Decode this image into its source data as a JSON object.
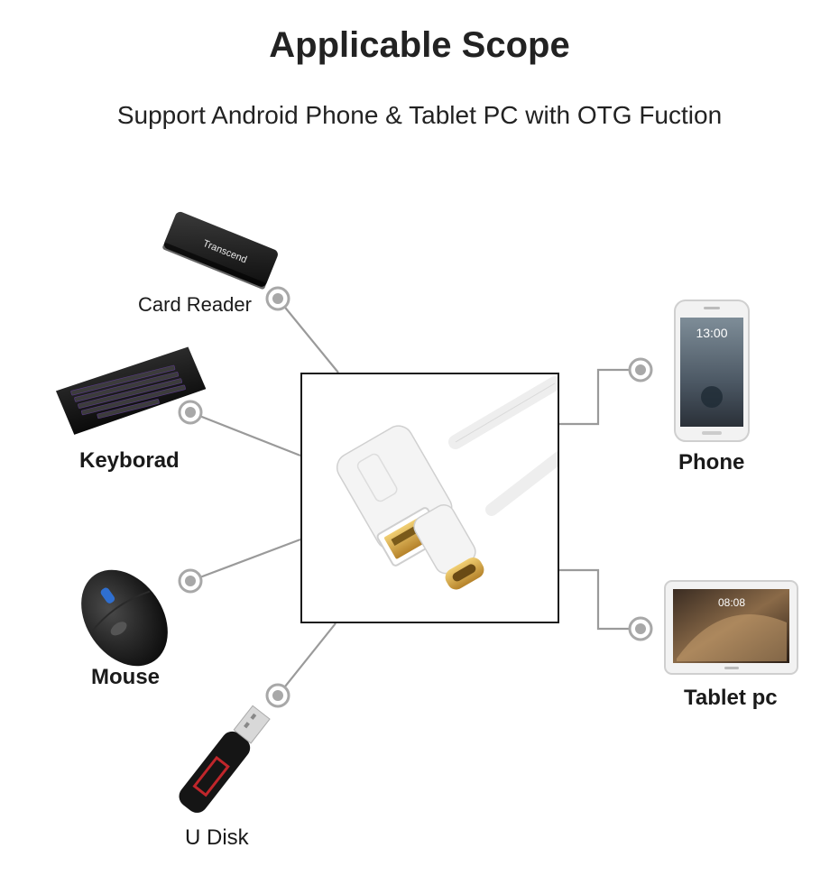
{
  "header": {
    "title": "Applicable Scope",
    "subtitle": "Support Android Phone & Tablet PC with OTG Fuction"
  },
  "devices": {
    "card_reader": {
      "label": "Card Reader",
      "icon": "card-reader-icon",
      "brand": "Transcend"
    },
    "keyboard": {
      "label": "Keyborad",
      "icon": "keyboard-icon"
    },
    "mouse": {
      "label": "Mouse",
      "icon": "mouse-icon"
    },
    "u_disk": {
      "label": "U Disk",
      "icon": "usb-flash-drive-icon"
    },
    "phone": {
      "label": "Phone",
      "icon": "smartphone-icon",
      "time": "13:00"
    },
    "tablet": {
      "label": "Tablet pc",
      "icon": "tablet-icon",
      "time": "08:08"
    }
  },
  "center": {
    "icon": "usb-c-otg-adapter-icon"
  },
  "colors": {
    "connector_line": "#9a9a9a",
    "node_ring": "#a8a8a8",
    "gold": "#d9a63a",
    "device_dark": "#1c1c1c"
  }
}
